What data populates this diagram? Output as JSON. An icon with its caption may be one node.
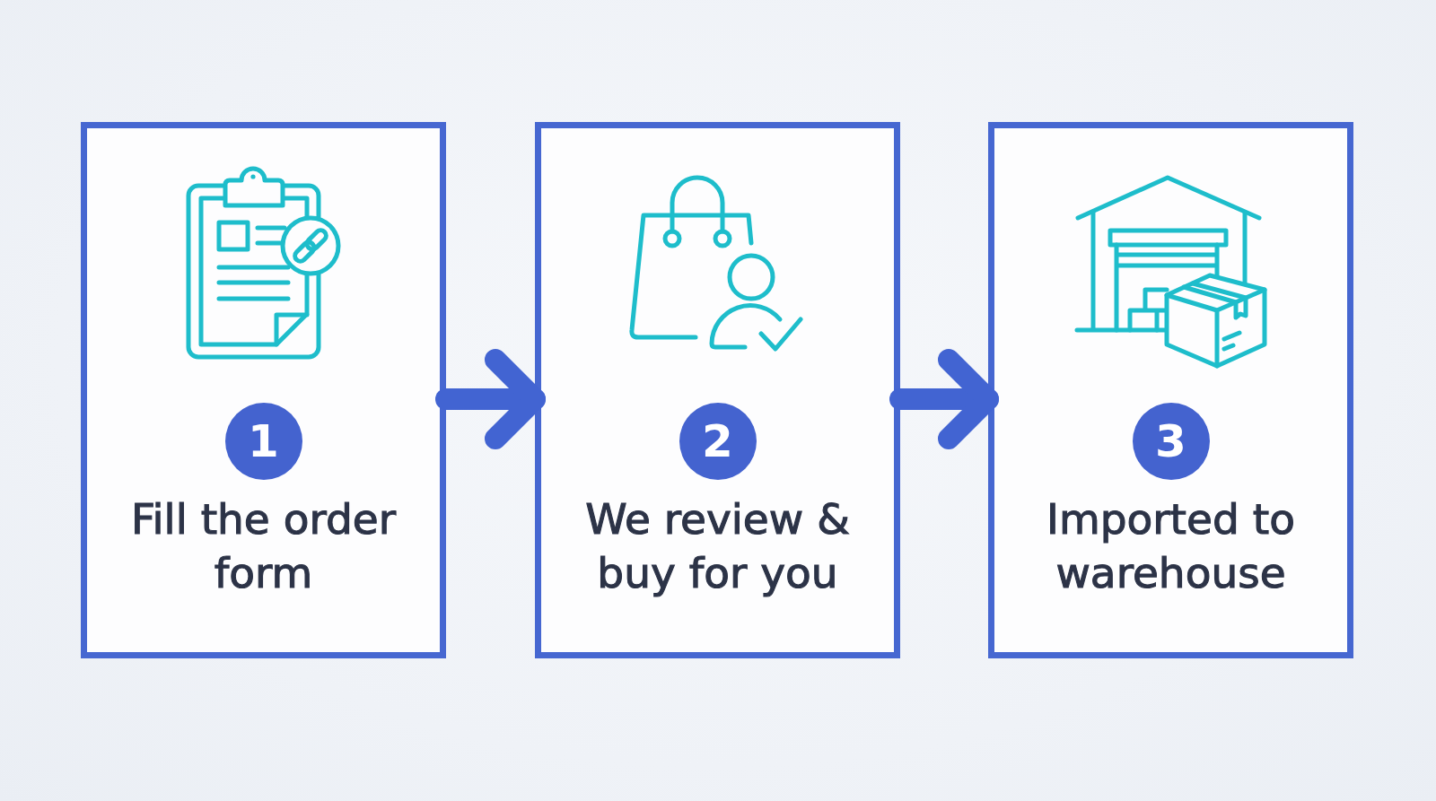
{
  "diagram": {
    "nodes": [
      {
        "text": [
          "Fill the order form"
        ]
      },
      {
        "text": [
          "1"
        ],
        "in": 0
      },
      {
        "text": [
          "We review & buy for you"
        ]
      },
      {
        "text": [
          "2"
        ],
        "in": 2
      },
      {
        "text": [
          "Imported to warehouse"
        ]
      },
      {
        "text": [
          "3"
        ],
        "in": 4
      }
    ],
    "edges": [
      {
        "from": 0,
        "to": 2,
        "arrow": "to"
      },
      {
        "from": 2,
        "to": 4,
        "arrow": "to"
      }
    ]
  }
}
